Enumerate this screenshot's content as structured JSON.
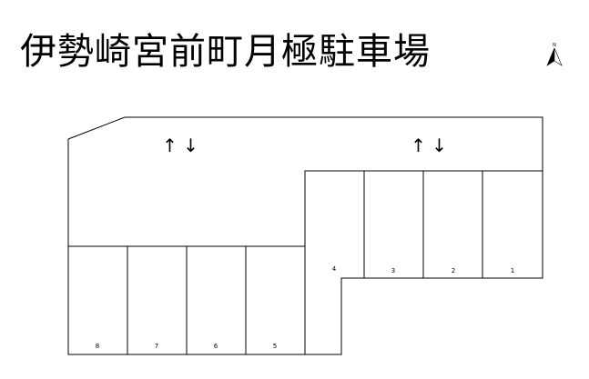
{
  "title": "伊勢崎宮前町月極駐車場",
  "compass": {
    "label": "N",
    "icon": "north-arrow-icon"
  },
  "traffic_arrows": [
    "↑ ↓",
    "↑ ↓"
  ],
  "spaces": [
    "1",
    "2",
    "3",
    "4",
    "5",
    "6",
    "7",
    "8"
  ]
}
